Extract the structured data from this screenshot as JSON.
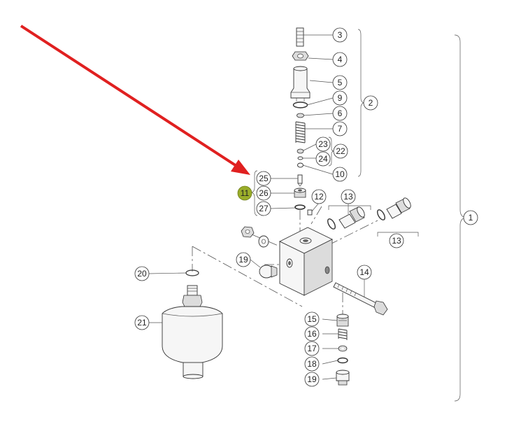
{
  "colors": {
    "arrow": "#e02020",
    "highlight": "#9aad2a",
    "line": "#333333",
    "label_circle_stroke": "#333333"
  },
  "labels": {
    "p1": "1",
    "p2": "2",
    "p3": "3",
    "p4": "4",
    "p5": "5",
    "p6": "6",
    "p7": "7",
    "p9": "9",
    "p10": "10",
    "p11": "11",
    "p12": "12",
    "p13a": "13",
    "p13b": "13",
    "p14": "14",
    "p15": "15",
    "p16": "16",
    "p17": "17",
    "p18": "18",
    "p19a": "19",
    "p19b": "19",
    "p20": "20",
    "p21": "21",
    "p22": "22",
    "p23": "23",
    "p24": "24",
    "p25": "25",
    "p26": "26",
    "p27": "27"
  },
  "highlighted_part": "11",
  "arrow_icon": "red-arrow-icon"
}
